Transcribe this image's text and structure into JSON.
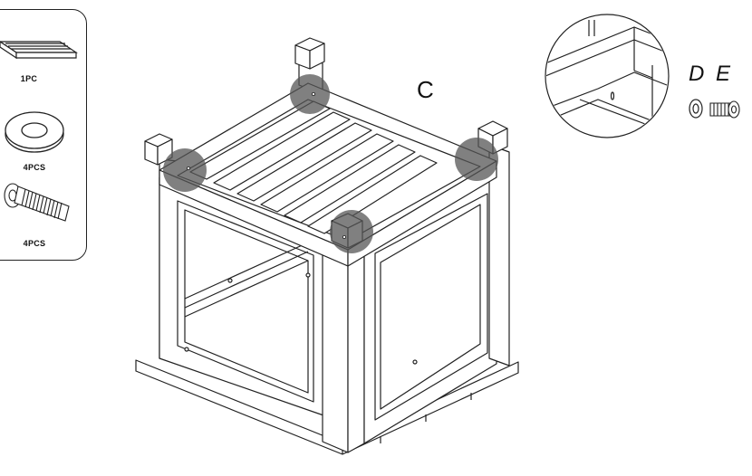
{
  "parts": [
    {
      "name": "seat-slat-panel",
      "quantity": "1PC"
    },
    {
      "name": "washer",
      "quantity": "4PCS"
    },
    {
      "name": "bolt",
      "quantity": "4PCS"
    }
  ],
  "step_label": "C",
  "hardware_labels": {
    "washer": "D",
    "bolt": "E"
  },
  "colors": {
    "line": "#222222",
    "highlight": "#555555"
  }
}
